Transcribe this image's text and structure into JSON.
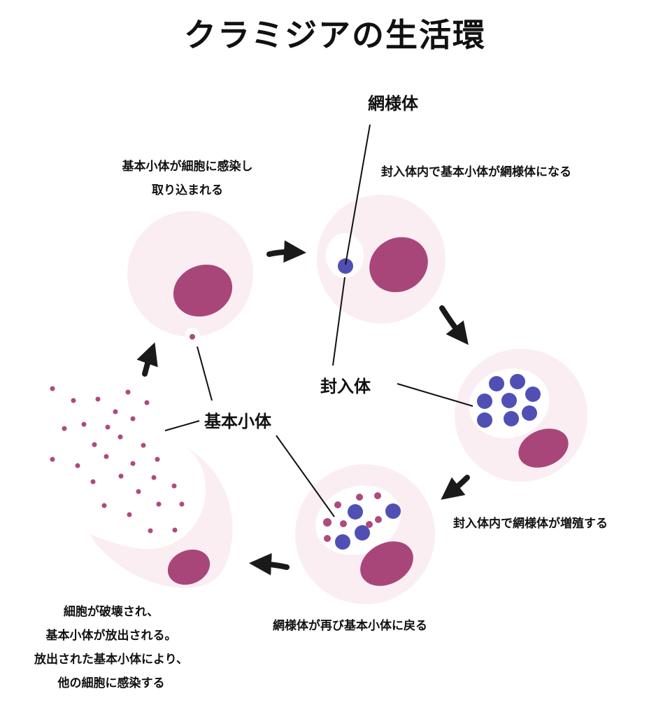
{
  "title": "クラミジアの生活環",
  "structures": {
    "reticulate_body": "網様体",
    "inclusion_body": "封入体",
    "elementary_body": "基本小体"
  },
  "stages": {
    "infection": [
      "基本小体が細胞に感染し",
      "取り込まれる"
    ],
    "conversion": "封入体内で基本小体が網様体になる",
    "replication": "封入体内で網様体が増殖する",
    "reversion": "網様体が再び基本小体に戻る",
    "release": [
      "細胞が破壊され、",
      "基本小体が放出される。",
      "放出された基本小体により、",
      "他の細胞に感染する"
    ]
  },
  "colors": {
    "cell": "#fbeef2",
    "nucleus": "#a8467a",
    "reticulate_body": "#5050b4",
    "elementary_body": "#b0497e",
    "arrow": "#1a1a1a",
    "line": "#111111"
  }
}
